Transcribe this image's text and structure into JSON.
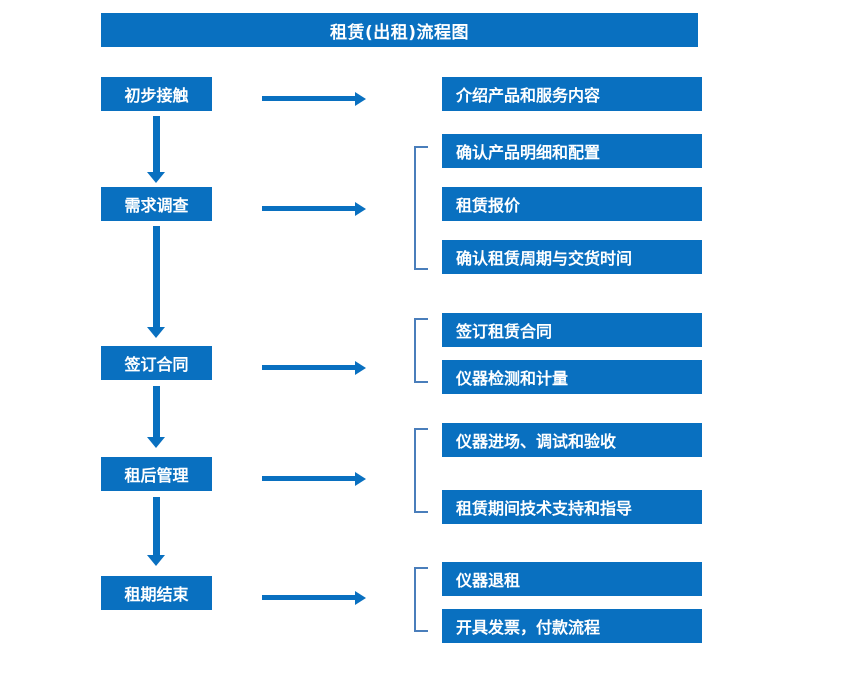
{
  "diagram": {
    "title": "租赁(出租)流程图",
    "colors": {
      "box_blue": "#0970c0",
      "arrow_blue": "#0970c0",
      "bracket_blue": "#4a7ebb",
      "text": "#ffffff",
      "background": "#ffffff"
    },
    "stages": [
      {
        "label": "初步接触"
      },
      {
        "label": "需求调查"
      },
      {
        "label": "签订合同"
      },
      {
        "label": "租后管理"
      },
      {
        "label": "租期结束"
      }
    ],
    "details": [
      {
        "label": "介绍产品和服务内容"
      },
      {
        "label": "确认产品明细和配置"
      },
      {
        "label": "租赁报价"
      },
      {
        "label": "确认租赁周期与交货时间"
      },
      {
        "label": "签订租赁合同"
      },
      {
        "label": "仪器检测和计量"
      },
      {
        "label": "仪器进场、调试和验收"
      },
      {
        "label": "租赁期间技术支持和指导"
      },
      {
        "label": "仪器退租"
      },
      {
        "label": "开具发票，付款流程"
      }
    ],
    "icons": {
      "down_arrow": "down-arrow-icon",
      "right_arrow": "right-arrow-icon",
      "bracket": "group-bracket-icon"
    }
  }
}
